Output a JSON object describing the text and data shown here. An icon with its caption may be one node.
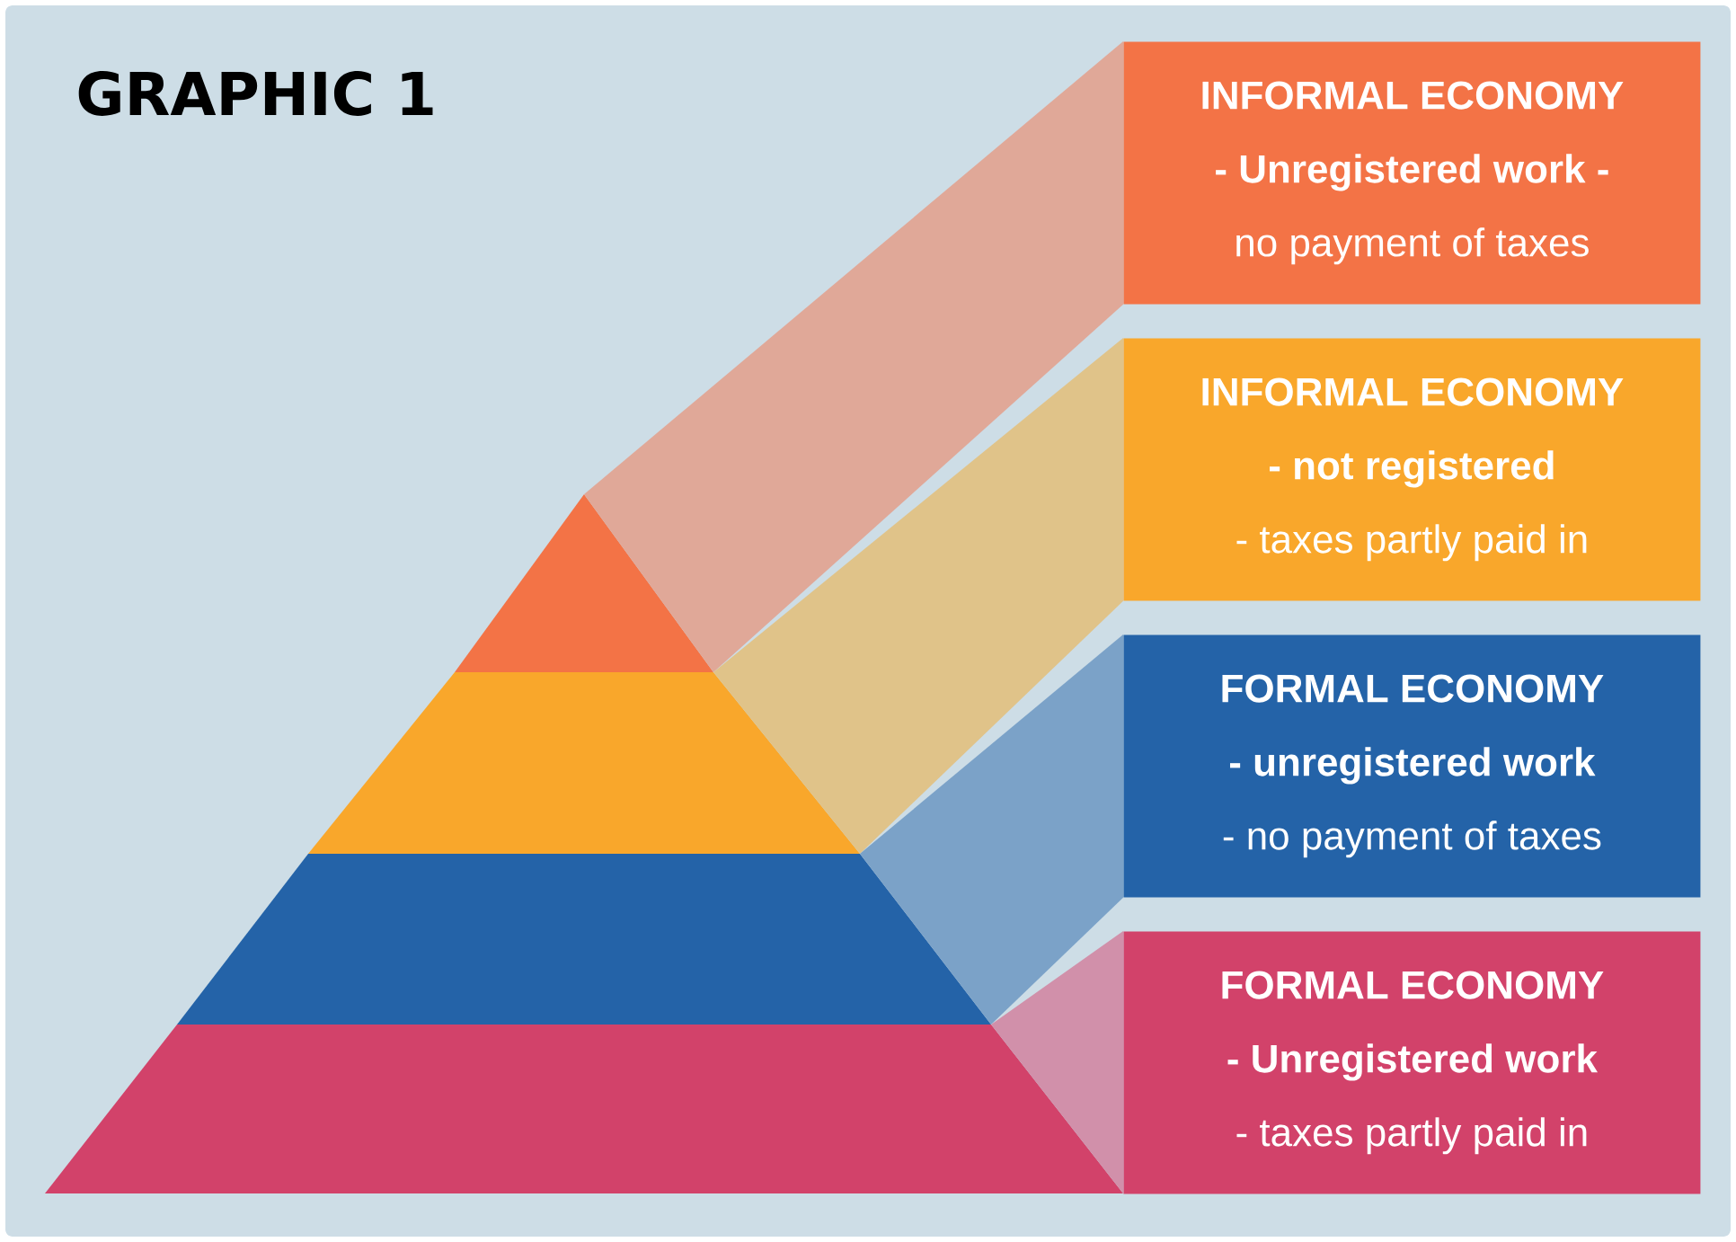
{
  "diagram": {
    "title": "GRAPHIC 1",
    "nodes": [
      {
        "text": [
          "INFORMAL ECONOMY",
          "- Unregistered work -",
          "no payment of taxes"
        ]
      },
      {
        "text": [
          "INFORMAL ECONOMY",
          "- not registered",
          "- taxes partly paid in"
        ]
      },
      {
        "text": [
          "FORMAL ECONOMY",
          "- unregistered work",
          "- no payment of taxes"
        ]
      },
      {
        "text": [
          "FORMAL ECONOMY",
          "- Unregistered work",
          "- taxes partly paid in"
        ]
      }
    ]
  }
}
